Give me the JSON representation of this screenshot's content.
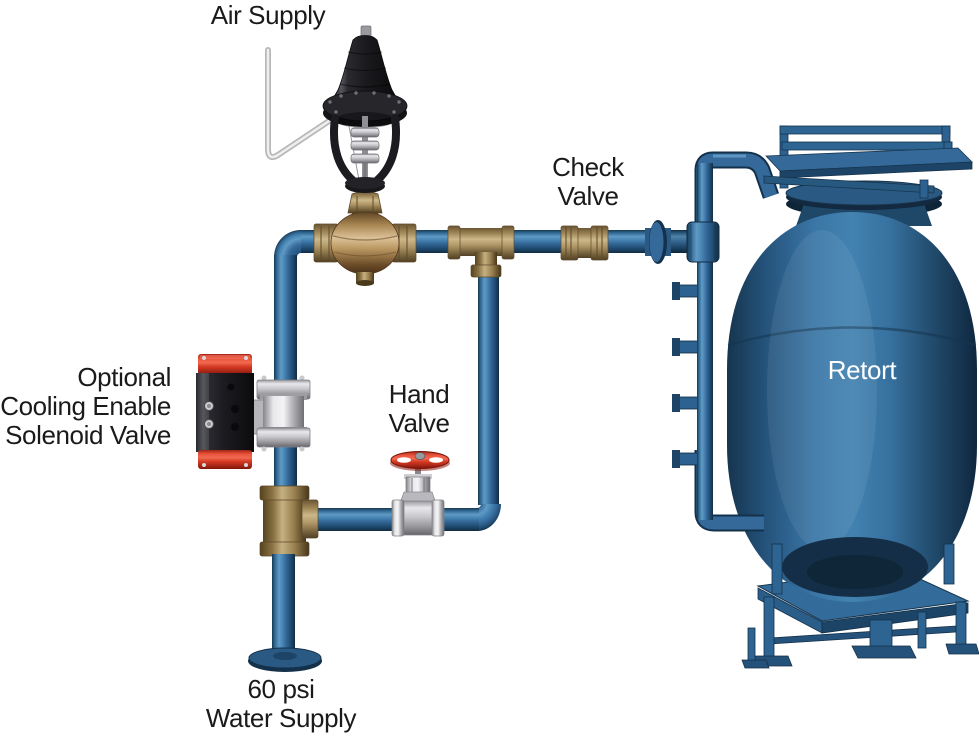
{
  "figure": {
    "type": "piping-diagram",
    "labels": {
      "air_supply": "Air Supply",
      "check_valve": "Check\nValve",
      "cooling_solenoid": "Optional\nCooling Enable\nSolenoid Valve",
      "hand_valve": "Hand\nValve",
      "retort": "Retort",
      "water_supply": "60 psi\nWater Supply"
    },
    "components": {
      "pressure_regulator": "air-operated-regulator-valve",
      "check_valve": "brass-check-valve",
      "cooling_solenoid": "solenoid-ball-valve",
      "hand_valve": "hand-valve",
      "retort_tank": "retort-vessel",
      "water_inlet": "water-supply-inlet-flange"
    },
    "colors": {
      "pipe_blue": "#35699a",
      "pipe_highlight": "#6199c5",
      "pipe_shadow": "#122c43",
      "tank_blue": "#3d7aa9",
      "brass": "#cdb88a",
      "bronze": "#b8955f",
      "chrome": "#d7d7db",
      "actuator_red": "#d63b24",
      "actuator_black": "#1b1b1f",
      "label_text": "#1a1a1a",
      "tank_label_text": "#ffffff"
    }
  }
}
